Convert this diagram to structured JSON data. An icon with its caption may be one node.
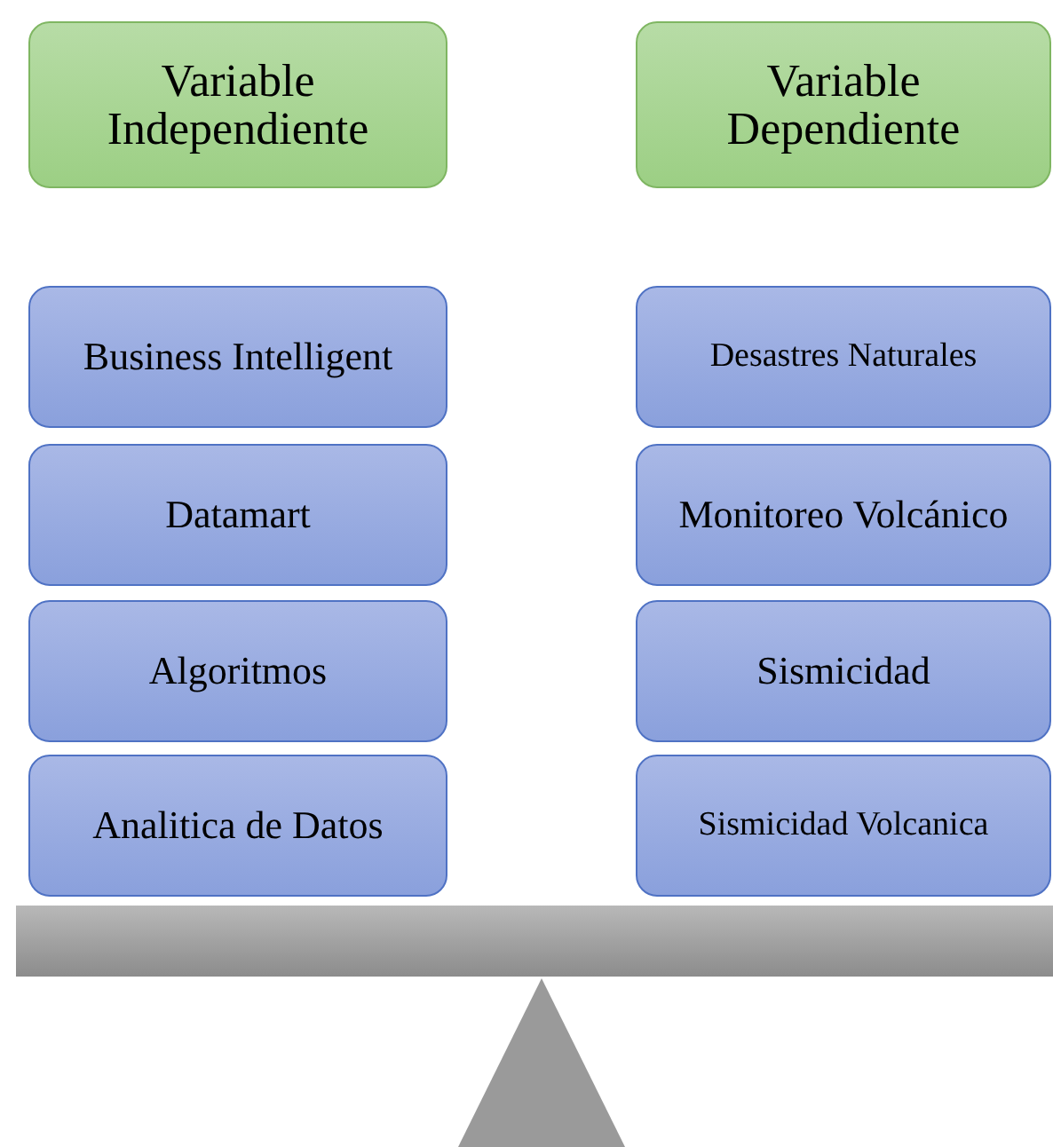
{
  "diagram": {
    "nodes": [
      {
        "text": [
          "Variable Independiente"
        ]
      },
      {
        "text": [
          "Variable Dependiente"
        ]
      },
      {
        "text": [
          "Business Intelligent"
        ]
      },
      {
        "text": [
          "Desastres Naturales"
        ]
      },
      {
        "text": [
          "Datamart"
        ]
      },
      {
        "text": [
          "Monitoreo Volcánico"
        ]
      },
      {
        "text": [
          "Algoritmos"
        ]
      },
      {
        "text": [
          "Sismicidad"
        ]
      },
      {
        "text": [
          "Analitica de Datos"
        ]
      },
      {
        "text": [
          "Sismicidad Volcanica"
        ]
      }
    ]
  }
}
